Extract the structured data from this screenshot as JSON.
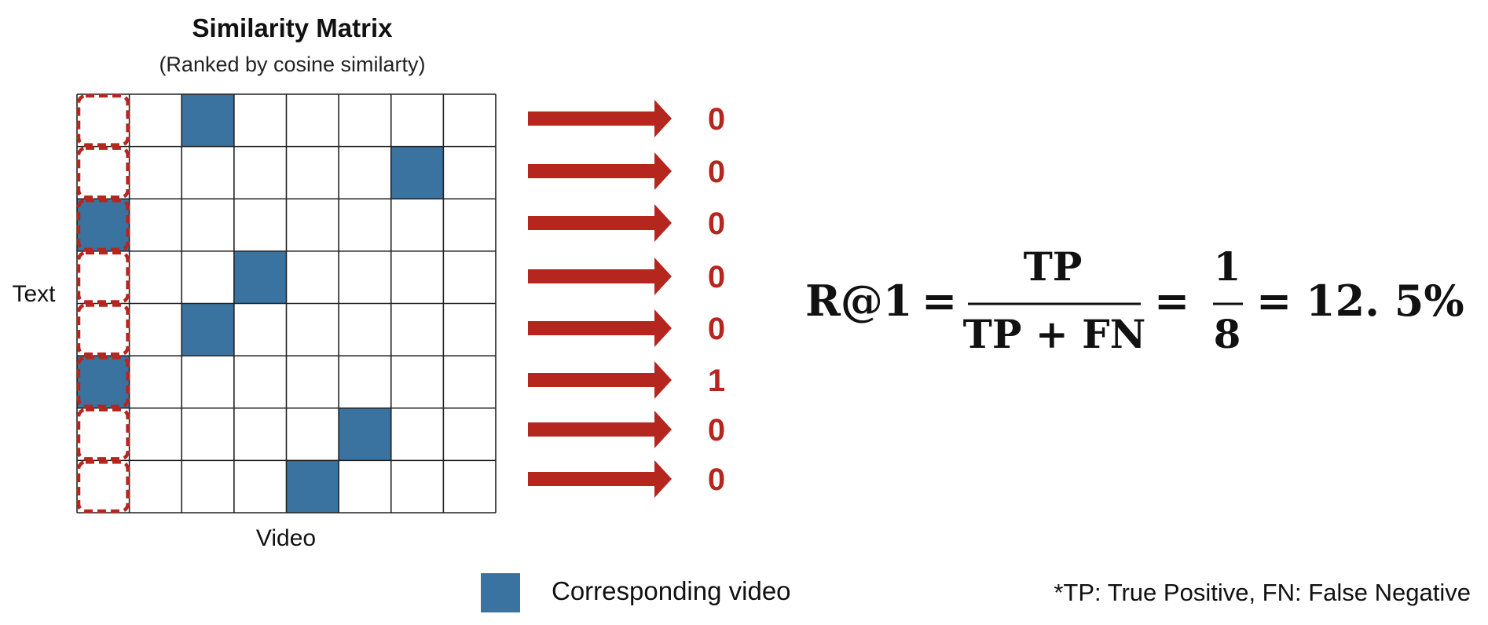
{
  "title": "Similarity Matrix",
  "subtitle": "(Ranked by cosine similarty)",
  "y_axis_label": "Text",
  "x_axis_label": "Video",
  "matrix": {
    "rows": 8,
    "cols": 8,
    "match_columns": [
      2,
      6,
      0,
      3,
      2,
      0,
      5,
      4
    ],
    "fill_color": "#3a73a0",
    "grid_color": "#222222",
    "highlight_color": "#b5261e"
  },
  "results": [
    "0",
    "0",
    "0",
    "0",
    "0",
    "1",
    "0",
    "0"
  ],
  "arrow_color": "#b5261e",
  "formula": {
    "lhs": "R@1",
    "eq": "=",
    "frac1_num": "TP",
    "frac1_den": "TP + FN",
    "frac2_num": "1",
    "frac2_den": "8",
    "result": "12. 5%"
  },
  "legend": {
    "label": "Corresponding video",
    "swatch_color": "#3a73a0"
  },
  "footnote": "*TP: True Positive, FN: False Negative"
}
